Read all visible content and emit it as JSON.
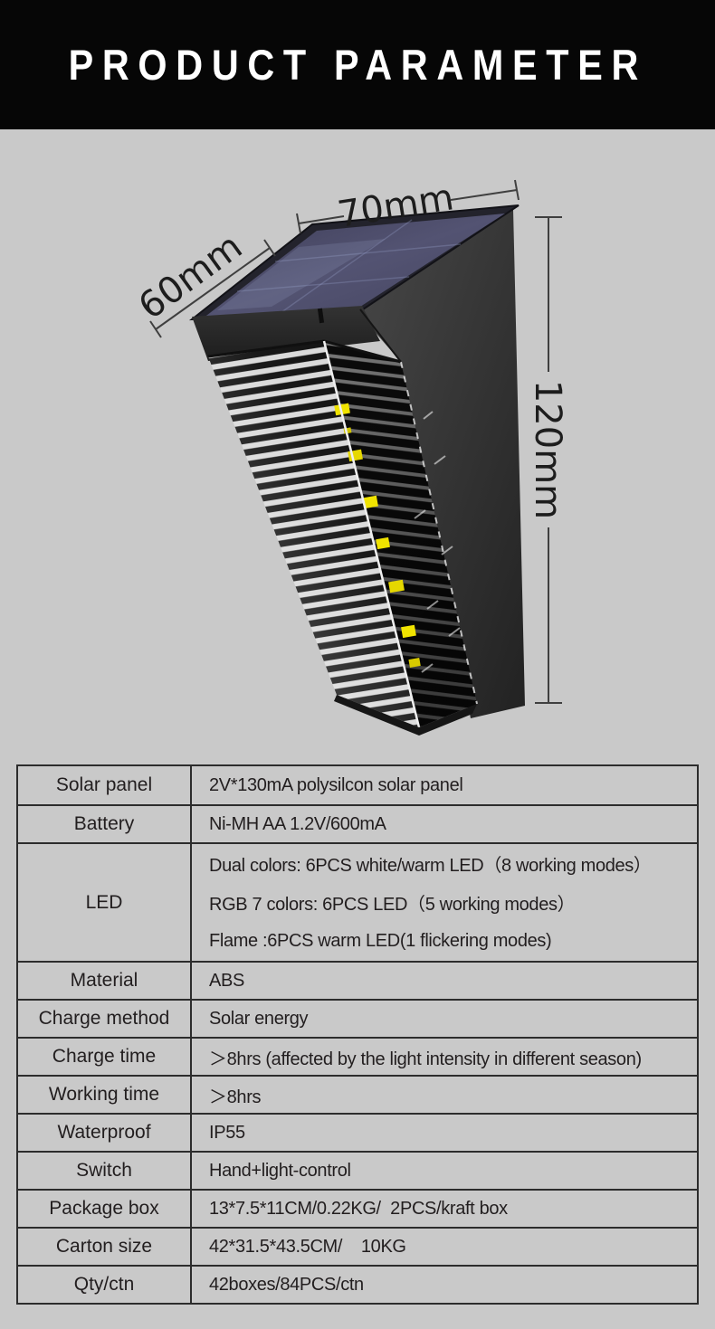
{
  "header": {
    "title": "PRODUCT PARAMETER"
  },
  "diagram": {
    "product": "solar-wall-lamp-render",
    "dim_top_width": "70mm",
    "dim_side_depth": "60mm",
    "dim_height": "120mm"
  },
  "colors": {
    "page_bg": "#c9c9c9",
    "header_bg": "#060606",
    "header_text": "#ffffff",
    "table_border": "#2c2c2c",
    "text_color": "#221e1f",
    "led_yellow": "#f0e300"
  },
  "table": {
    "rows": [
      {
        "label": "Solar panel",
        "values": [
          "2V*130mA polysilcon solar panel"
        ]
      },
      {
        "label": "Battery",
        "values": [
          "Ni-MH AA 1.2V/600mA"
        ]
      },
      {
        "label": "LED",
        "values": [
          "Dual colors: 6PCS white/warm LED（8 working modes）",
          "RGB 7 colors: 6PCS LED（5 working modes）",
          "Flame :6PCS warm LED(1 flickering modes)"
        ]
      },
      {
        "label": "Material",
        "values": [
          "ABS"
        ]
      },
      {
        "label": "Charge method",
        "values": [
          "Solar energy"
        ]
      },
      {
        "label": "Charge time",
        "values": [
          "＞8hrs (affected by the light intensity in different season)"
        ]
      },
      {
        "label": "Working time",
        "values": [
          "＞8hrs"
        ]
      },
      {
        "label": "Waterproof",
        "values": [
          "IP55"
        ]
      },
      {
        "label": "Switch",
        "values": [
          "Hand+light-control"
        ]
      },
      {
        "label": "Package box",
        "values": [
          "13*7.5*11CM/0.22KG/  2PCS/kraft box"
        ]
      },
      {
        "label": "Carton size",
        "values": [
          "42*31.5*43.5CM/    10KG"
        ]
      },
      {
        "label": "Qty/ctn",
        "values": [
          "42boxes/84PCS/ctn"
        ]
      }
    ]
  }
}
